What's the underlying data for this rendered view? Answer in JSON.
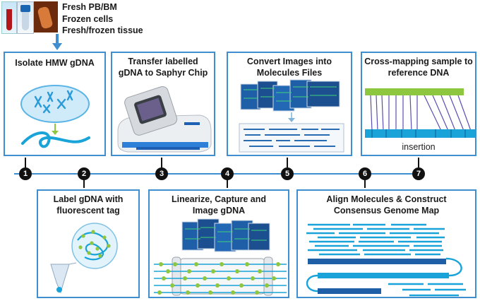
{
  "sample_sources": [
    "Fresh PB/BM",
    "Frozen cells",
    "Fresh/frozen tissue"
  ],
  "panels": {
    "isolate": "Isolate HMW gDNA",
    "transfer": "Transfer labelled\ngDNA to Saphyr Chip",
    "convert": "Convert Images into\nMolecules Files",
    "crossmap": "Cross-mapping sample to\nreference DNA",
    "label": "Label gDNA with\nfluorescent tag",
    "linearize": "Linearize, Capture and\nImage gDNA",
    "align": "Align Molecules & Construct\nConsensus Genome Map"
  },
  "insertion_label": "insertion",
  "steps": [
    "1",
    "2",
    "3",
    "4",
    "5",
    "6",
    "7"
  ],
  "colors": {
    "panel_border": "#3e8ed0",
    "timeline": "#3e8ed0",
    "step_marker": "#111111",
    "dna_blue": "#1aa3d8",
    "label_green": "#8dc63f",
    "map_blue": "#1f5fa8"
  }
}
